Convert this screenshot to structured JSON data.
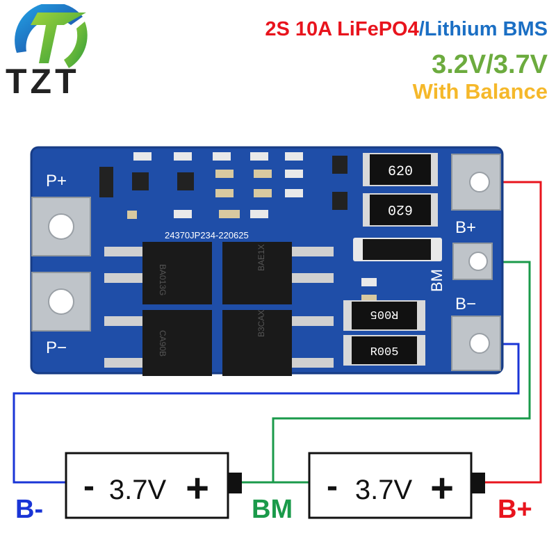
{
  "colors": {
    "title_red": "#e8141d",
    "title_blue": "#1b6fc4",
    "voltage_green": "#6cab3e",
    "balance_yellow": "#f5b82a",
    "wire_red": "#e8141d",
    "wire_green": "#1a9a4a",
    "wire_blue": "#1a35d6",
    "pcb_blue": "#1f4ea8",
    "pad_gray": "#bfc4c9",
    "mosfet_black": "#1a1a1a",
    "silk_white": "#ffffff"
  },
  "logo": {
    "text": "TZT"
  },
  "header": {
    "title_red_part": "2S 10A LiFePO4",
    "title_blue_part": "/Lithium BMS",
    "subtitle": "3.2V/3.7V",
    "tagline": "With Balance"
  },
  "board": {
    "pad_labels": {
      "p_plus": "P+",
      "p_minus": "P−",
      "b_plus": "B+",
      "bm": "BM",
      "b_minus": "B−"
    },
    "serial": "24370JP234-220625",
    "resistor_top": "620",
    "resistor_mid": "620",
    "r005_top": "R005",
    "r005_bottom": "R005",
    "mosfet_codes": [
      "BA013G",
      "BAE1X",
      "CA90B",
      "B3CAX"
    ]
  },
  "batteries": [
    {
      "minus": "-",
      "voltage": "3.7V",
      "plus": "+"
    },
    {
      "minus": "-",
      "voltage": "3.7V",
      "plus": "+"
    }
  ],
  "terminal_labels": {
    "b_minus": "B-",
    "bm": "BM",
    "b_plus": "B+"
  }
}
